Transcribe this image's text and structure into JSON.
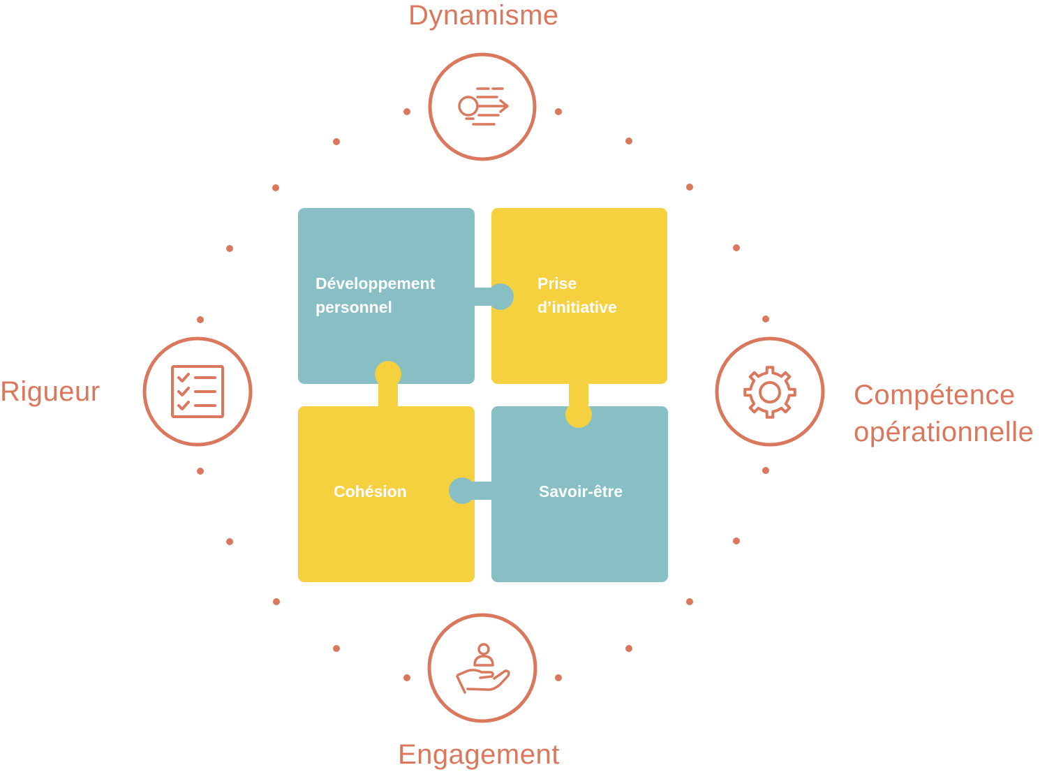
{
  "colors": {
    "accent": "#d9785d",
    "teal": "#87bfc5",
    "yellow": "#f5d03f",
    "piece_text": "#ffffff"
  },
  "values": {
    "top": {
      "label": "Dynamisme",
      "icon": "speed-arrow-icon"
    },
    "left": {
      "label": "Rigueur",
      "icon": "checklist-icon"
    },
    "right": {
      "label_line1": "Compétence",
      "label_line2": "opérationnelle",
      "icon": "gear-icon"
    },
    "bottom": {
      "label": "Engagement",
      "icon": "hand-person-icon"
    }
  },
  "puzzle": {
    "top_left": {
      "line1": "Développement",
      "line2": "personnel"
    },
    "top_right": {
      "line1": "Prise",
      "line2": "d’initiative"
    },
    "bottom_left": {
      "line1": "Cohésion"
    },
    "bottom_right": {
      "line1": "Savoir-être"
    }
  }
}
